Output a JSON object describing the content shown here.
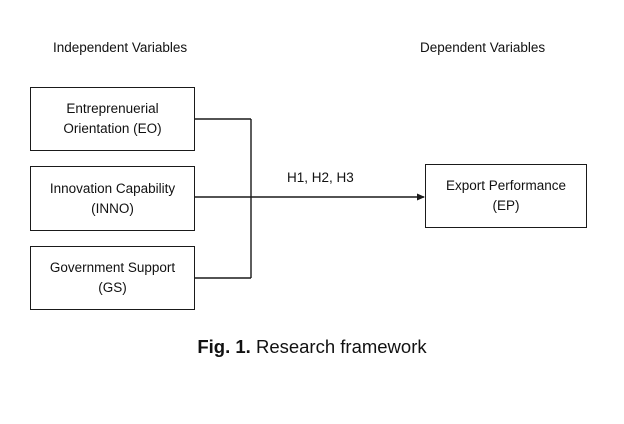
{
  "headings": {
    "left": "Independent Variables",
    "right": "Dependent Variables"
  },
  "boxes": {
    "eo": {
      "line1": "Entreprenuerial",
      "line2": "Orientation (EO)"
    },
    "inno": {
      "line1": "Innovation Capability",
      "line2": "(INNO)"
    },
    "gs": {
      "line1": "Government Support",
      "line2": "(GS)"
    },
    "ep": {
      "line1": "Export Performance",
      "line2": "(EP)"
    }
  },
  "arrow_label": "H1, H2, H3",
  "caption": {
    "label": "Fig. 1.",
    "text": " Research framework"
  }
}
